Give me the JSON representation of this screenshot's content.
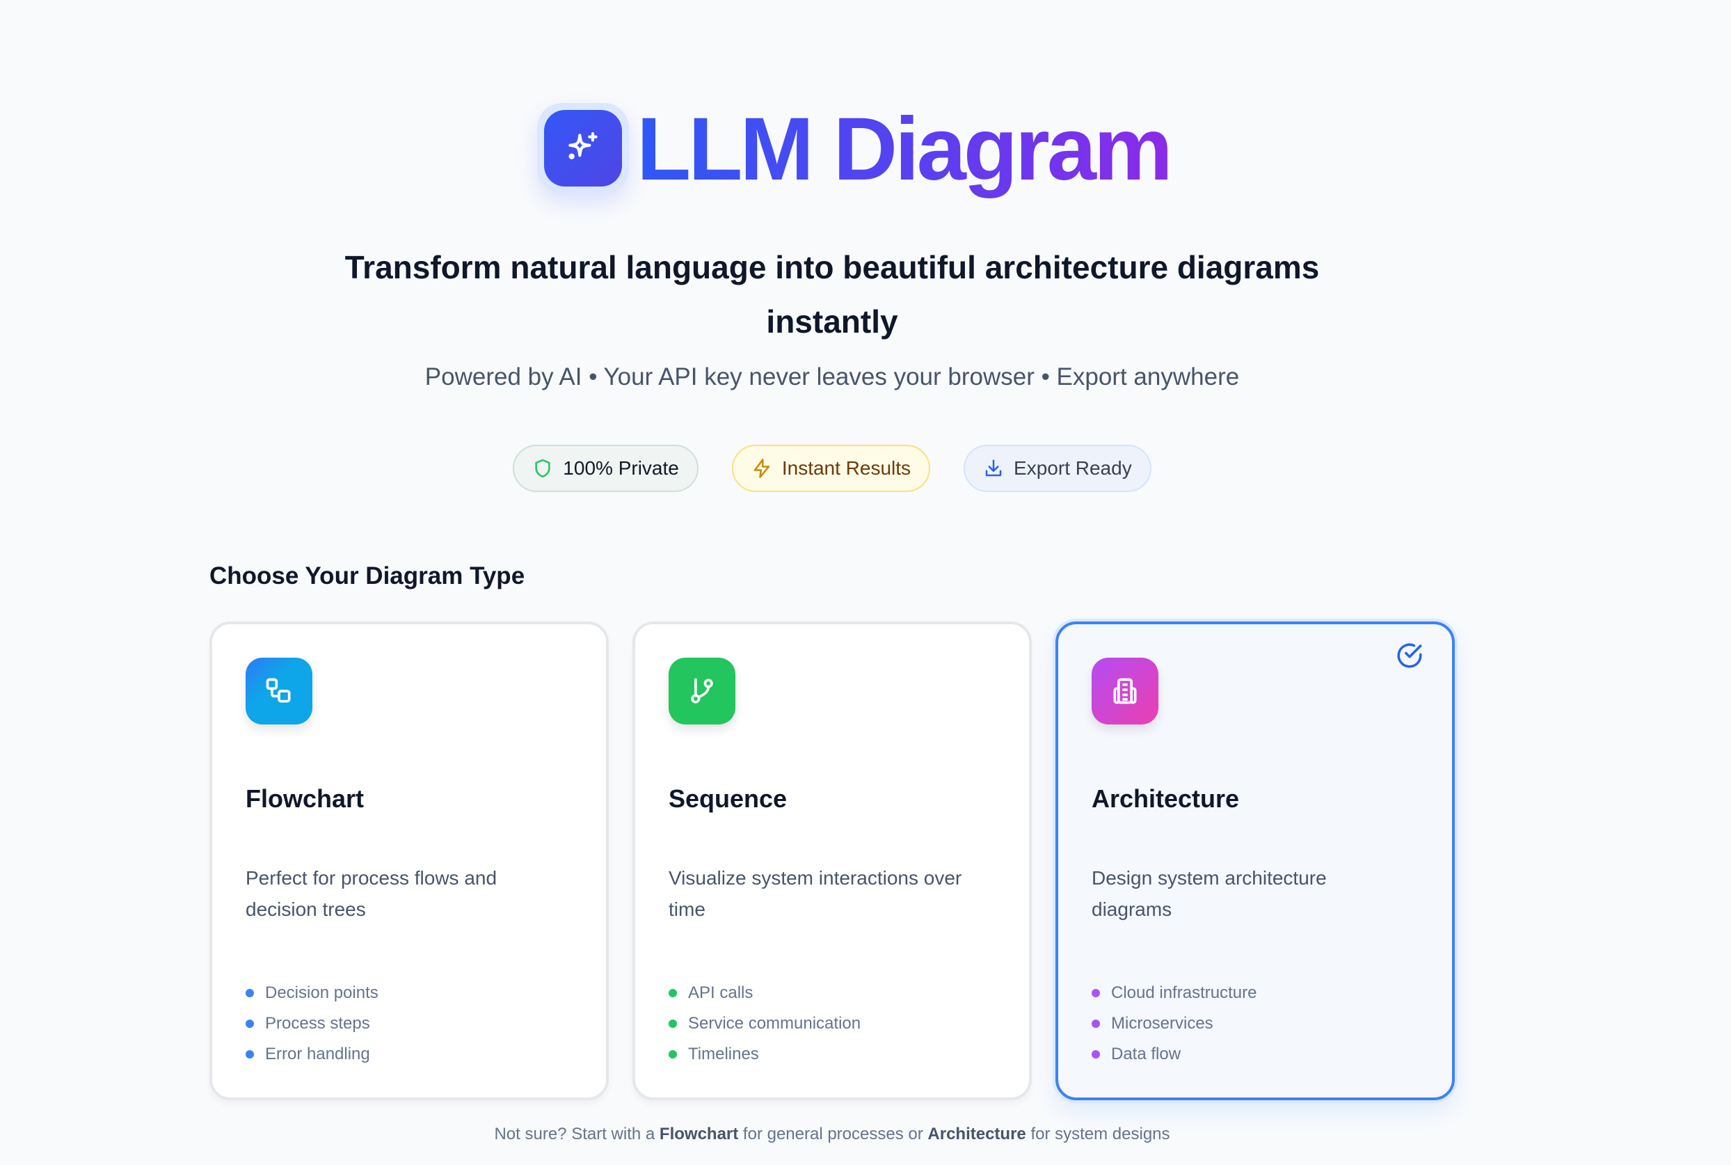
{
  "hero": {
    "title": "LLM Diagram",
    "logo_icon": "sparkles-icon",
    "subtitle_line1": "Transform natural language into beautiful architecture diagrams",
    "subtitle_line2": "instantly",
    "tagline": "Powered by AI • Your API key never leaves your browser • Export anywhere"
  },
  "badges": [
    {
      "label": "100% Private",
      "icon": "shield-icon",
      "color": "#22c55e"
    },
    {
      "label": "Instant Results",
      "icon": "lightning-icon",
      "color": "#ca8a04"
    },
    {
      "label": "Export Ready",
      "icon": "download-icon",
      "color": "#2563eb"
    }
  ],
  "section": {
    "title": "Choose Your Diagram Type"
  },
  "cards": [
    {
      "title": "Flowchart",
      "description": "Perfect for process flows and decision trees",
      "icon": "flowchart-icon",
      "accent": "#3b82f6",
      "selected": false,
      "features": [
        "Decision points",
        "Process steps",
        "Error handling"
      ]
    },
    {
      "title": "Sequence",
      "description": "Visualize system interactions over time",
      "icon": "git-branch-icon",
      "accent": "#22c55e",
      "selected": false,
      "features": [
        "API calls",
        "Service communication",
        "Timelines"
      ]
    },
    {
      "title": "Architecture",
      "description": "Design system architecture diagrams",
      "icon": "building-icon",
      "accent": "#a855f7",
      "selected": true,
      "features": [
        "Cloud infrastructure",
        "Microservices",
        "Data flow"
      ]
    }
  ],
  "hint": {
    "prefix": "Not sure? Start with a",
    "bold1": "Flowchart",
    "middle": "for general processes or",
    "bold2": "Architecture",
    "suffix": "for system designs"
  }
}
